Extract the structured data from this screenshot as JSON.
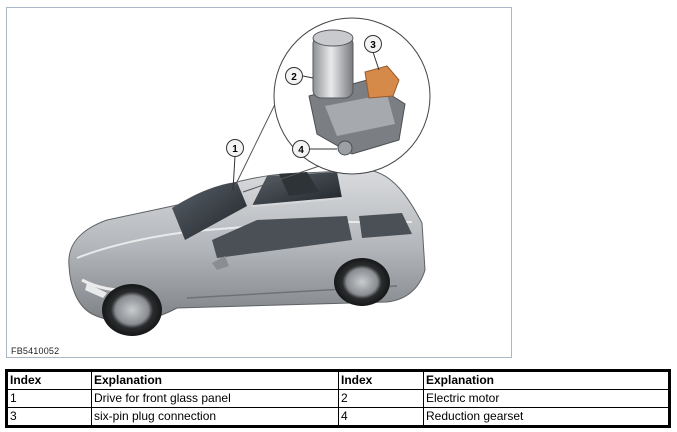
{
  "figure": {
    "code": "FB5410052",
    "callouts": [
      "1",
      "2",
      "3",
      "4"
    ],
    "colors": {
      "car_body": "#b9bcc0",
      "plug": "#d68a4a",
      "frame": "#a9b7c6"
    }
  },
  "legend": {
    "headers": [
      "Index",
      "Explanation",
      "Index",
      "Explanation"
    ],
    "rows": [
      [
        "1",
        "Drive for front glass panel",
        "2",
        "Electric motor"
      ],
      [
        "3",
        "six-pin plug connection",
        "4",
        "Reduction gearset"
      ]
    ]
  }
}
